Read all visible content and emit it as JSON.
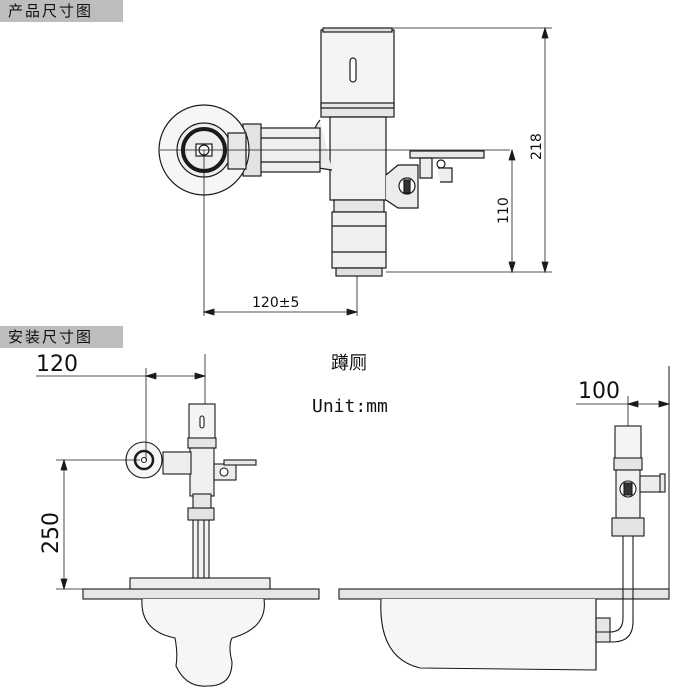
{
  "product_section": {
    "label": "产品尺寸图",
    "dim_height_total": "218",
    "dim_height_outlet": "110",
    "dim_width": "120±5"
  },
  "install_section": {
    "label": "安装尺寸图",
    "title": "蹲厕",
    "unit_label": "Unit:mm",
    "dim_left_horizontal": "120",
    "dim_left_vertical": "250",
    "dim_right_horizontal": "100"
  },
  "colors": {
    "line": "#1a1a1a",
    "fill_gray": "#d9d9d9",
    "label_bg": "#bdbdbd"
  }
}
